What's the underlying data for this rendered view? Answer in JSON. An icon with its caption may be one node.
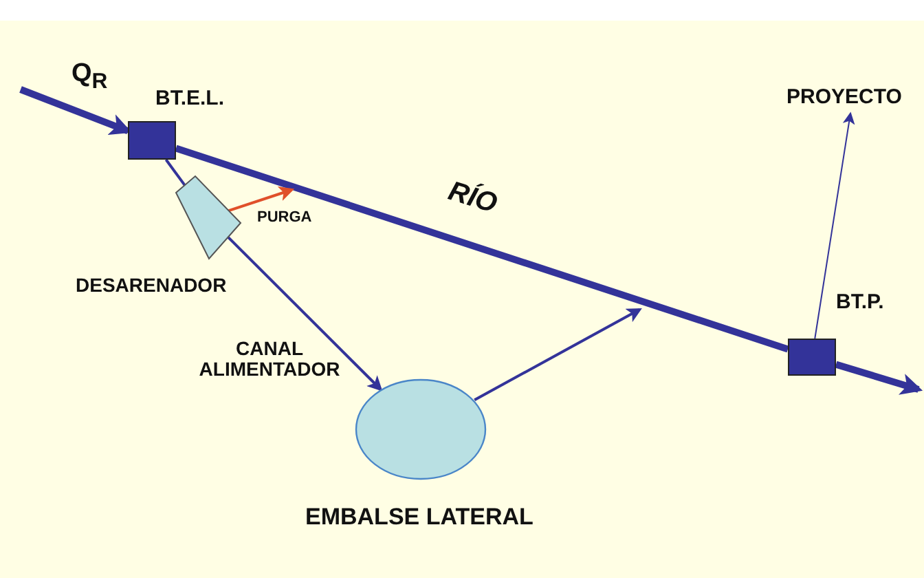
{
  "diagram": {
    "nodes": [
      {
        "text": [
          "BT.E.L."
        ]
      },
      {
        "text": [
          "DESARENADOR"
        ]
      },
      {
        "text": [
          "EMBALSE LATERAL"
        ]
      },
      {
        "text": [
          "BT.P."
        ]
      },
      {
        "text": [
          "PROYECTO"
        ]
      }
    ],
    "edges": [
      {
        "from": null,
        "to": 0,
        "arrow": "to",
        "style": "thick",
        "label": "Q$_{R}$"
      },
      {
        "from": 0,
        "to": 3,
        "arrow": "none",
        "style": "thick",
        "label": "RÍO"
      },
      {
        "from": 3,
        "to": null,
        "arrow": "to",
        "style": "thick"
      },
      {
        "from": 0,
        "to": 1,
        "arrow": "none"
      },
      {
        "from": 1,
        "to": 2,
        "arrow": "to",
        "label": "CANAL ALIMENTADOR"
      },
      {
        "from": 1,
        "to": null,
        "arrow": "to",
        "color": "#e0502a",
        "label": "PURGA"
      },
      {
        "from": 2,
        "to": null,
        "arrow": "to"
      },
      {
        "from": 3,
        "to": 4,
        "arrow": "to"
      }
    ]
  }
}
